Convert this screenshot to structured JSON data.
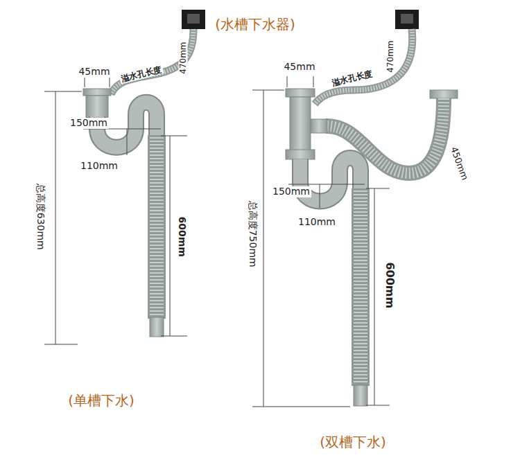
{
  "diagram": {
    "labels": [
      "(水槽下水器)",
      "45mm",
      "溢水孔长度",
      "470mm",
      "150mm",
      "110mm",
      "总高度630mm",
      "600mm",
      "(单槽下水)",
      "45mm",
      "溢水孔长度",
      "470mm",
      "450mm",
      "150mm",
      "110mm",
      "总高度750mm",
      "600mm",
      "(双槽下水)"
    ]
  }
}
